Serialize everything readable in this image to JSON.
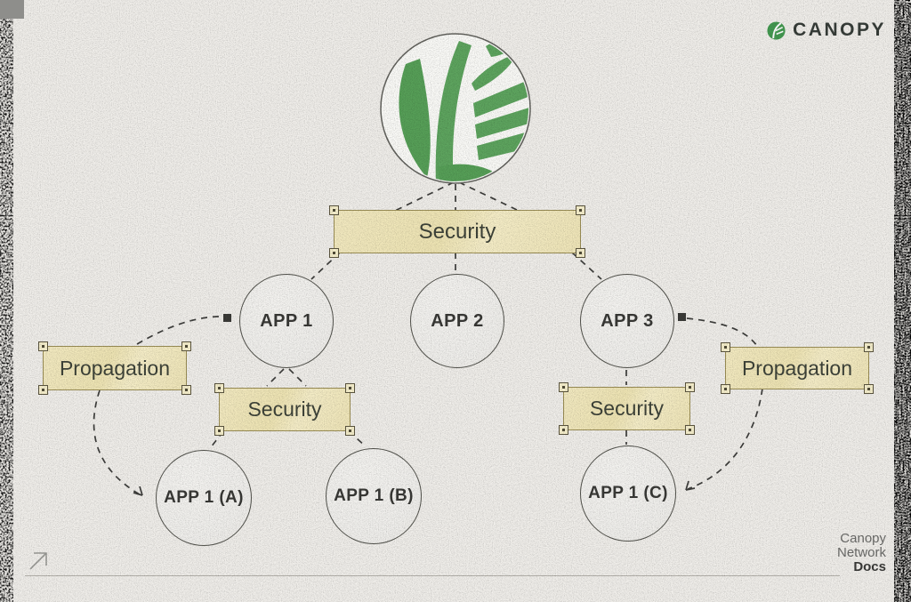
{
  "header": {
    "brand": "CANOPY",
    "brand_icon": "canopy-leaf-icon"
  },
  "diagram": {
    "root_logo_icon": "canopy-leaf-logo",
    "labels": {
      "security_root": "Security",
      "security_left": "Security",
      "security_right": "Security",
      "propagation_left": "Propagation",
      "propagation_right": "Propagation"
    },
    "apps": {
      "app1": "APP 1",
      "app2": "APP 2",
      "app3": "APP 3",
      "app1a": "APP 1 (A)",
      "app1b": "APP 1 (B)",
      "app1c": "APP 1 (C)"
    }
  },
  "footer": {
    "arrow_icon": "arrow-up-right-icon",
    "line1": "Canopy",
    "line2": "Network",
    "line3": "Docs"
  },
  "colors": {
    "paper": "#f1efeb",
    "brand_green": "#4e9d57",
    "leaf_green": "#5ea55f",
    "label_box_fill": "#f2e8ba",
    "label_box_border": "#9b8e55",
    "node_border": "#53534d",
    "dashed_line": "#3e3e3c",
    "text_dark": "#3b403c"
  }
}
